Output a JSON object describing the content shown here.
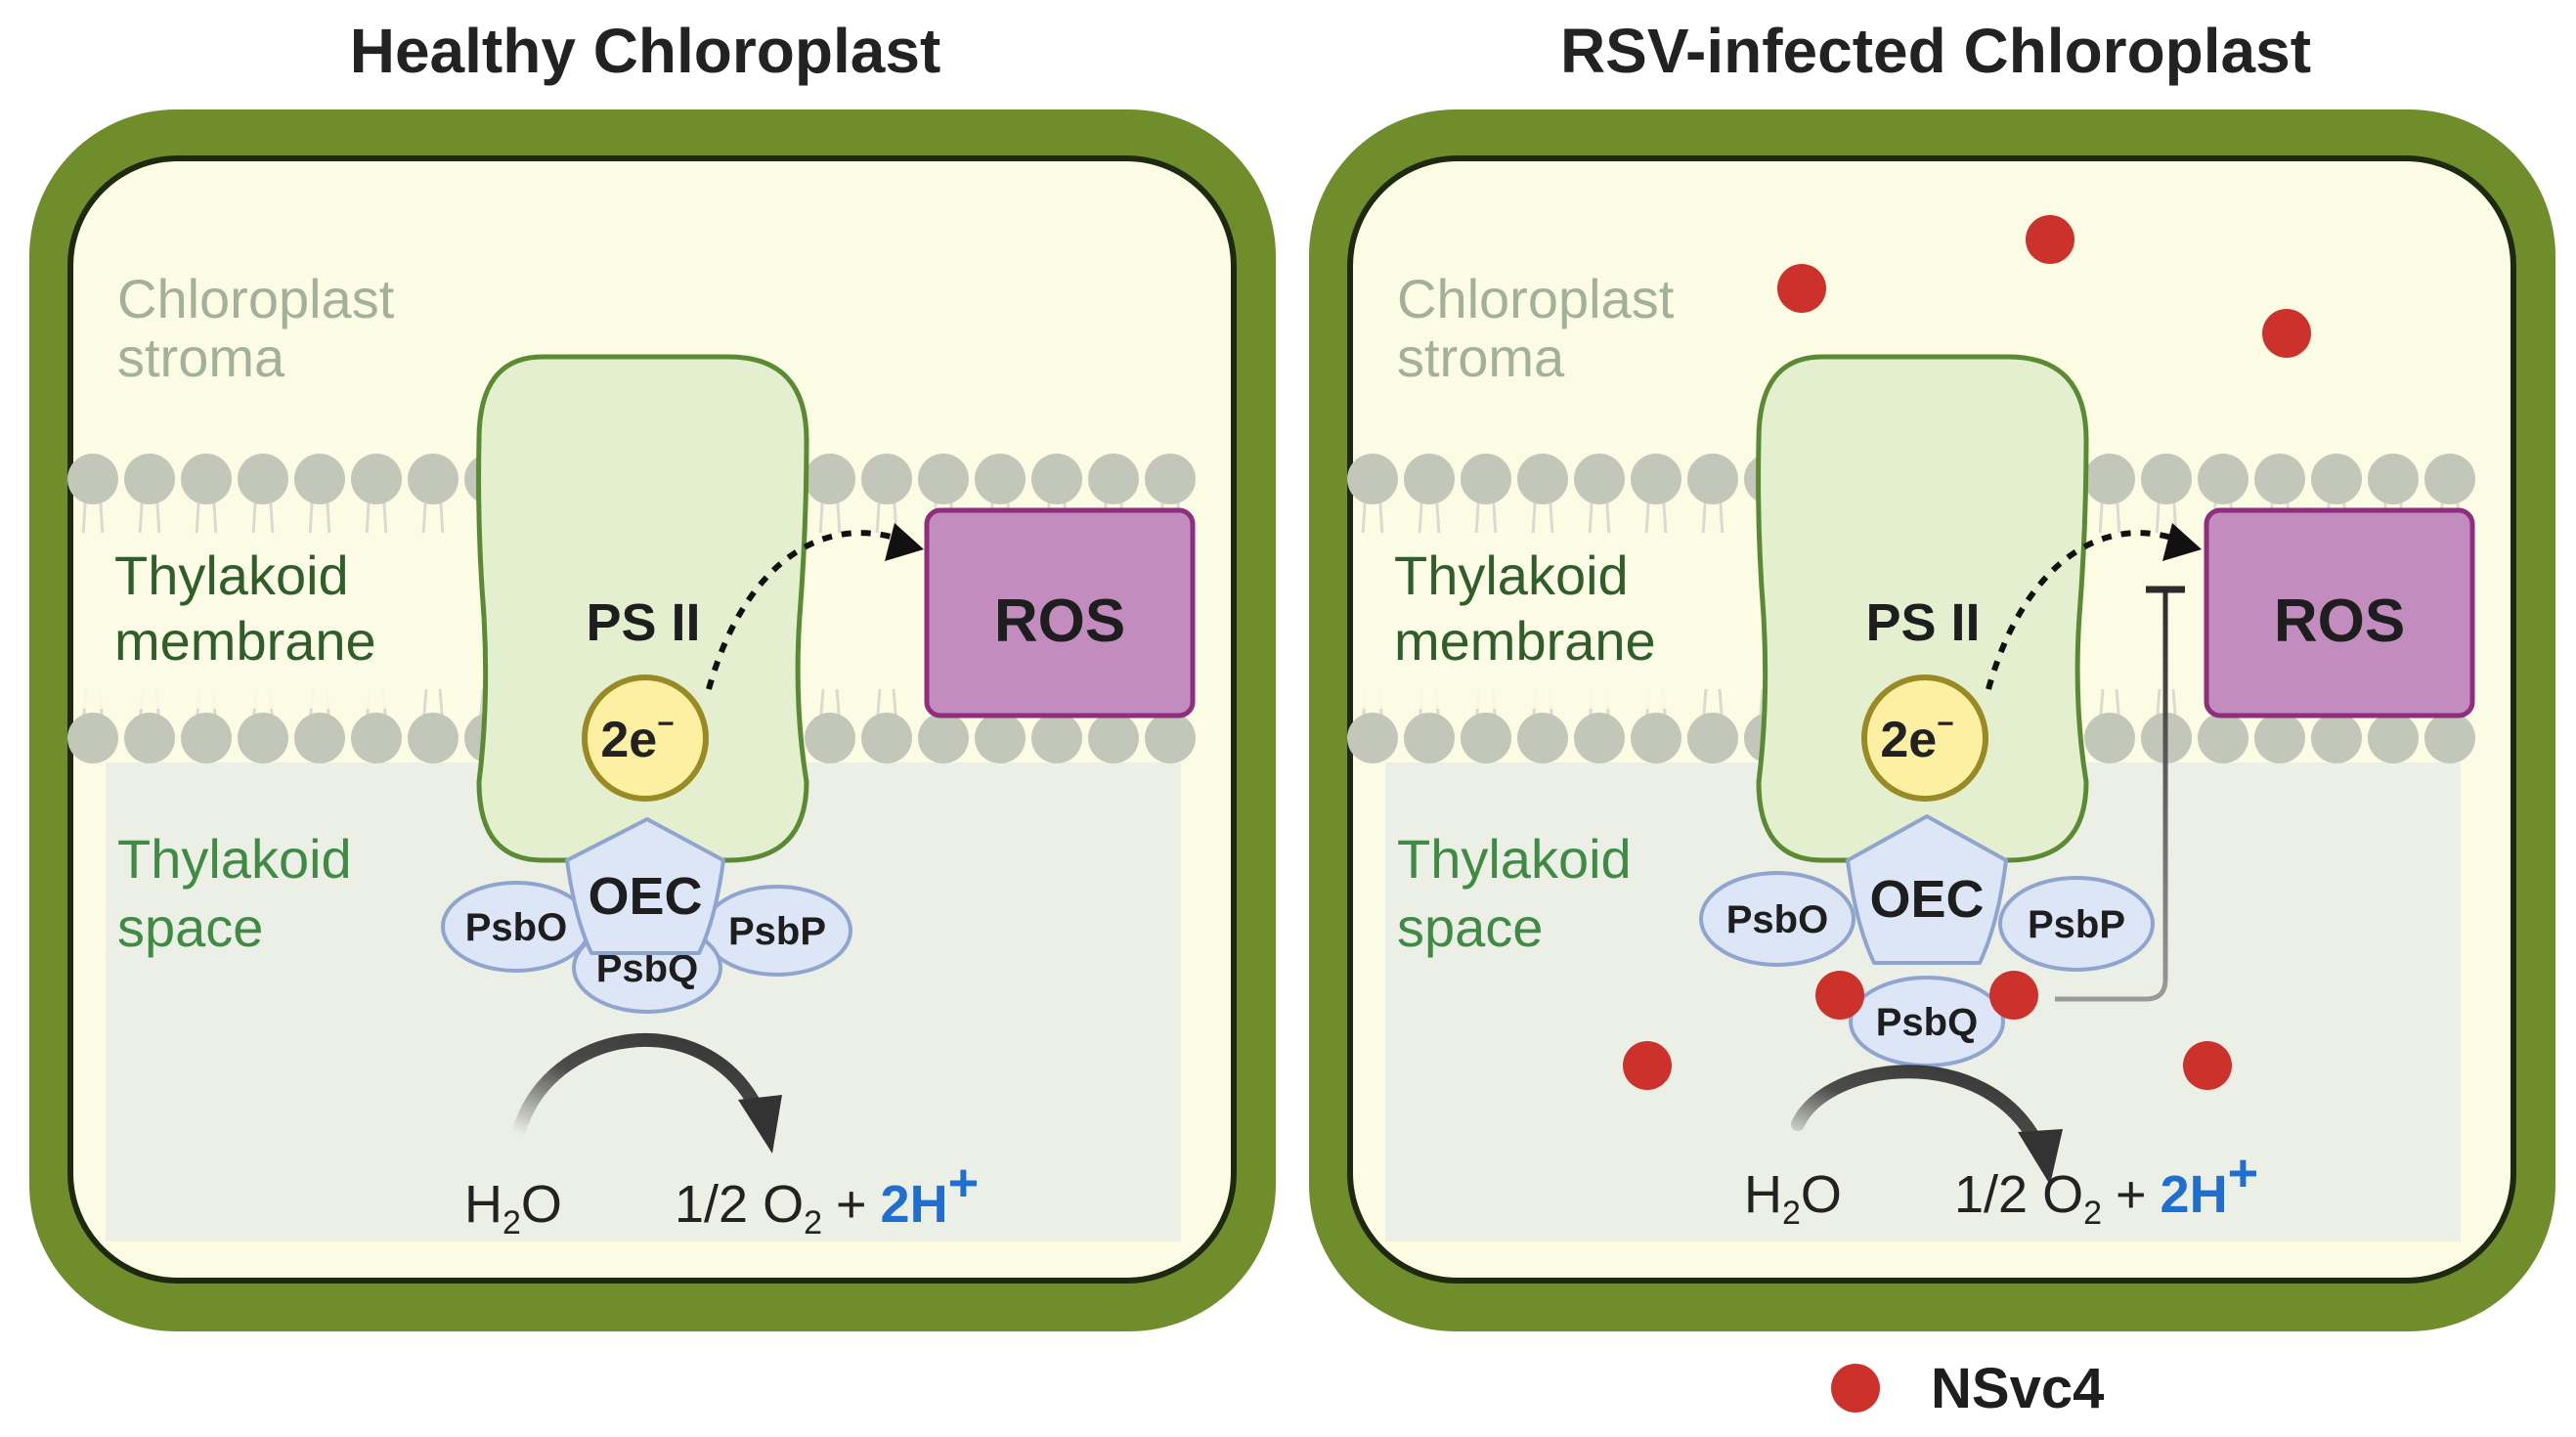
{
  "titles": {
    "left": "Healthy Chloroplast",
    "right": "RSV-infected Chloroplast"
  },
  "labels": {
    "stroma_1": "Chloroplast",
    "stroma_2": "stroma",
    "membrane_1": "Thylakoid",
    "membrane_2": "membrane",
    "space_1": "Thylakoid",
    "space_2": "space",
    "ps2": "PS II",
    "ros": "ROS",
    "electrons": "2e",
    "electron_sup": "−",
    "oec": "OEC",
    "psbo": "PsbO",
    "psbq": "PsbQ",
    "psbp": "PsbP",
    "h2o_h": "H",
    "h2o_sub": "2",
    "h2o_o": "O",
    "o2_frac": "1/2 O",
    "o2_sub": "2",
    "plus": "+",
    "two_h": "2H",
    "h_sup": "+"
  },
  "legend": {
    "label": "NSvc4"
  },
  "colors": {
    "outer_wall": "#6f8e2b",
    "stroma": "#fcfbe4",
    "thylakoid_space": "#ecefe6",
    "lipid_head": "#c3c7b9",
    "psii_fill": "#e3efcf",
    "psii_stroke": "#5a8a34",
    "ros_fill": "#c28cbf",
    "ros_stroke": "#8e2e7c",
    "electron_fill": "#fdf0a2",
    "electron_stroke": "#9a8a25",
    "protein_fill": "#dde6f6",
    "protein_stroke": "#8fa4cf",
    "nsvc4": "#cc312c",
    "proton": "#1f6fd1"
  },
  "icons": {
    "transfer_arrow": "dotted-arrow-icon",
    "inhibition": "inhibition-bar-icon",
    "reaction": "curved-arrow-icon"
  }
}
